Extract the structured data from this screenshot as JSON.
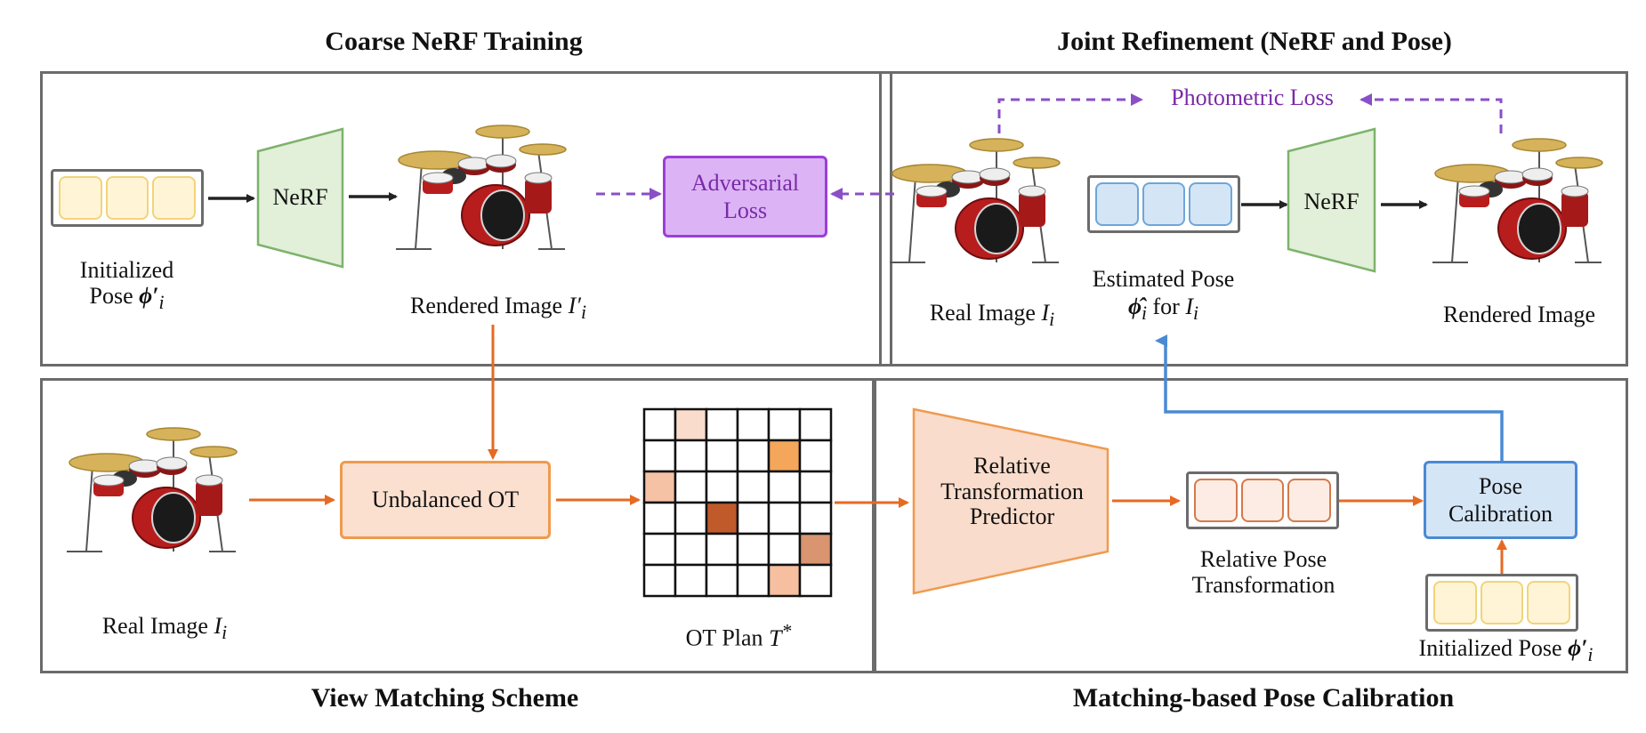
{
  "titles": {
    "coarse": "Coarse NeRF Training",
    "joint": "Joint Refinement (NeRF and Pose)",
    "view_matching": "View Matching Scheme",
    "calibration": "Matching-based Pose Calibration"
  },
  "coarse": {
    "init_pose_line1": "Initialized",
    "init_pose_line2": "Pose",
    "init_pose_sym": "ϕ′",
    "init_pose_sub": "i",
    "nerf": "NeRF",
    "rendered_label": "Rendered Image",
    "rendered_sym": "I′",
    "rendered_sub": "i",
    "adv_line1": "Adversarial",
    "adv_line2": "Loss"
  },
  "joint": {
    "photometric": "Photometric Loss",
    "real_label": "Real Image",
    "real_sym": "I",
    "real_sub": "i",
    "est_line1": "Estimated Pose",
    "est_sym": "ϕ̂",
    "est_sub": "i",
    "est_for": "for",
    "est_img": "I",
    "est_img_sub": "i",
    "nerf": "NeRF",
    "rendered_label": "Rendered Image"
  },
  "matching": {
    "real_label": "Real Image",
    "real_sym": "I",
    "real_sub": "i",
    "ot_box": "Unbalanced OT",
    "ot_plan": "OT Plan",
    "ot_sym": "T",
    "ot_sup": "*"
  },
  "calibration": {
    "predictor_line1": "Relative",
    "predictor_line2": "Transformation",
    "predictor_line3": "Predictor",
    "rel_pose_line1": "Relative Pose",
    "rel_pose_line2": "Transformation",
    "calib_line1": "Pose",
    "calib_line2": "Calibration",
    "init_label": "Initialized Pose",
    "init_sym": "ϕ′",
    "init_sub": "i"
  },
  "ot_grid": {
    "rows": 6,
    "cols": 6,
    "cells": [
      {
        "r": 0,
        "c": 1,
        "color": "#f9dccb"
      },
      {
        "r": 1,
        "c": 4,
        "color": "#f4a65a"
      },
      {
        "r": 2,
        "c": 0,
        "color": "#f5c2a6"
      },
      {
        "r": 3,
        "c": 2,
        "color": "#c05a2a"
      },
      {
        "r": 4,
        "c": 5,
        "color": "#d99470"
      },
      {
        "r": 5,
        "c": 4,
        "color": "#f6bf9f"
      }
    ]
  },
  "colors": {
    "orange_arrow": "#e66a22",
    "purple": "#8a4fc7",
    "blue_arrow": "#4a8ad3",
    "panel_border": "#6b6b6b",
    "nerf_fill": "#e2efd9",
    "nerf_stroke": "#7db36b",
    "adv_fill": "#dcb4f5",
    "adv_stroke": "#9b3fd8"
  }
}
